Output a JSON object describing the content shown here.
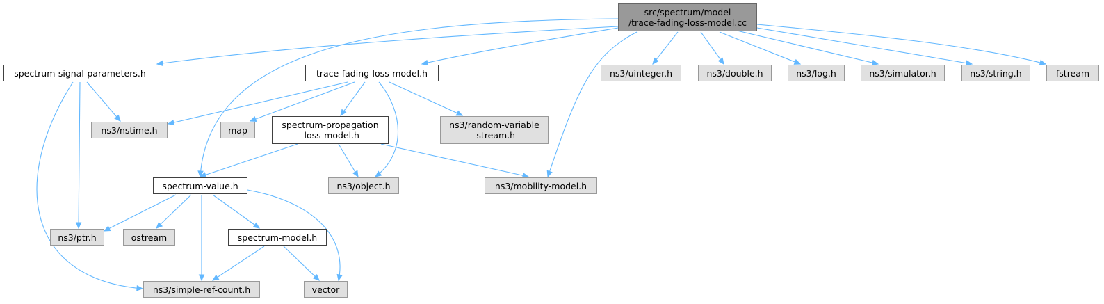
{
  "colors": {
    "edge": "#63b8ff",
    "root_fill": "#999999",
    "local_fill": "#ffffff",
    "external_fill": "#e0e0e0"
  },
  "nodes": {
    "root": "src/spectrum/model\n/trace-fading-loss-model.cc",
    "spectrum_signal_parameters": "spectrum-signal-parameters.h",
    "trace_fading_loss_model": "trace-fading-loss-model.h",
    "uinteger": "ns3/uinteger.h",
    "double": "ns3/double.h",
    "log": "ns3/log.h",
    "simulator": "ns3/simulator.h",
    "string": "ns3/string.h",
    "fstream": "fstream",
    "nstime": "ns3/nstime.h",
    "map": "map",
    "spectrum_propagation_loss_model": "spectrum-propagation\n-loss-model.h",
    "random_variable_stream": "ns3/random-variable\n-stream.h",
    "spectrum_value": "spectrum-value.h",
    "object": "ns3/object.h",
    "mobility_model": "ns3/mobility-model.h",
    "ptr": "ns3/ptr.h",
    "ostream": "ostream",
    "spectrum_model": "spectrum-model.h",
    "simple_ref_count": "ns3/simple-ref-count.h",
    "vector": "vector"
  }
}
